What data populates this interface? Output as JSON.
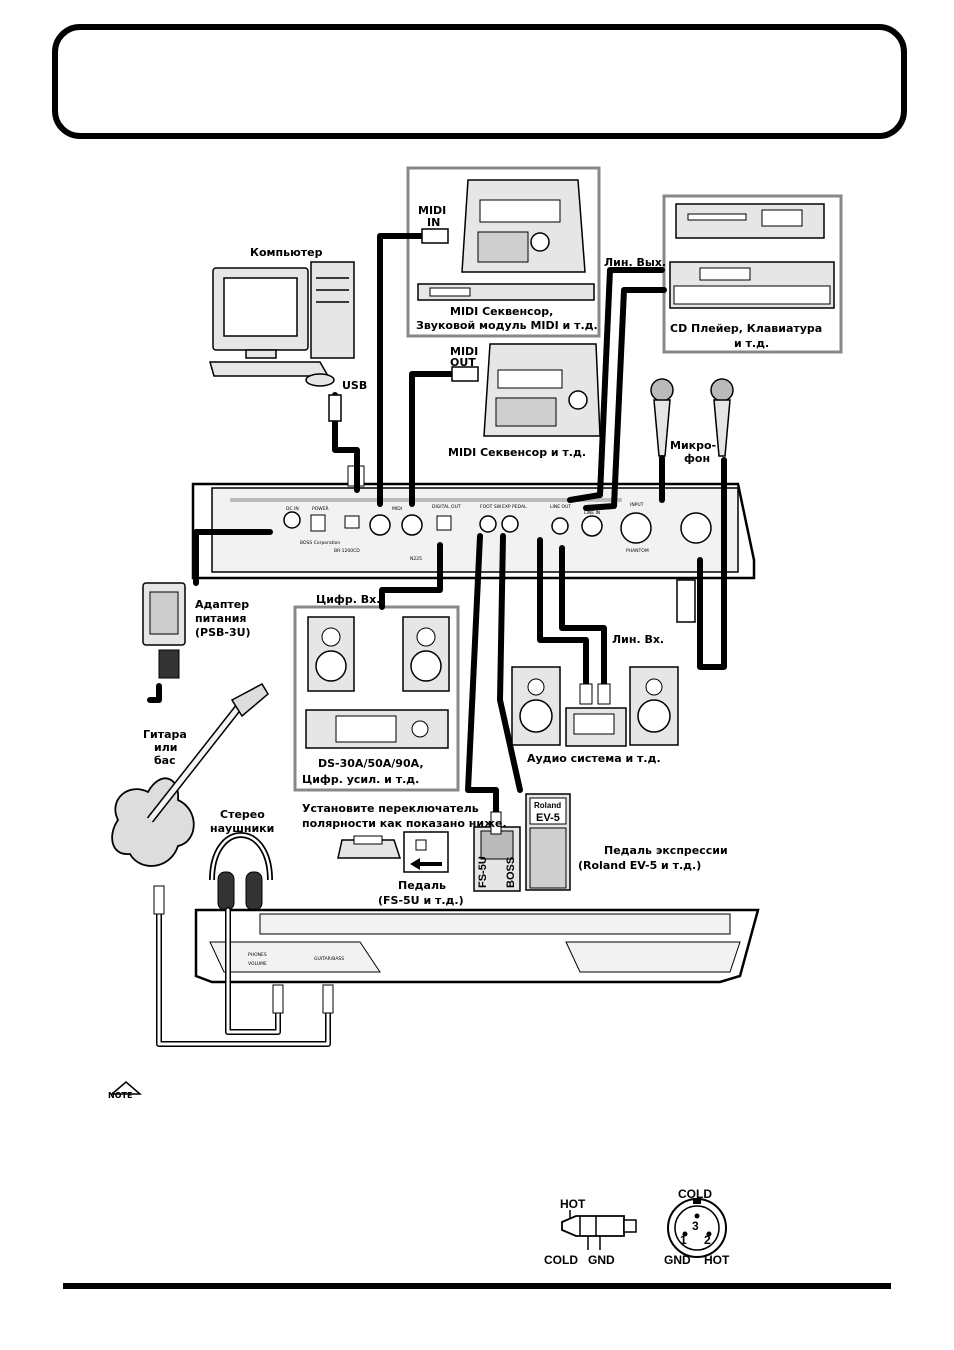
{
  "header": {
    "title": ""
  },
  "labels": {
    "computer": "Компьютер",
    "usb": "USB",
    "midi_in": [
      "MIDI",
      "IN"
    ],
    "midi_out": [
      "MIDI",
      "OUT"
    ],
    "midi_seq_top": [
      "MIDI Секвенсор,",
      "Звуковой модуль MIDI и т.д."
    ],
    "midi_seq_bottom": "MIDI Секвенсор и т.д.",
    "line_out_top": "Лин. Вых.",
    "cd_keyboard": [
      "CD Плейер, Клавиатура",
      "и т.д."
    ],
    "mic": [
      "Микро-",
      "фон"
    ],
    "adapter": [
      "Адаптер",
      "питания",
      "(PSB-3U)"
    ],
    "digital_in": "Цифр. Вх.",
    "monitors": [
      "DS-30A/50A/90A,",
      "Цифр. усил. и т.д."
    ],
    "line_in": "Лин. Вх.",
    "audio_system": "Аудио система и т.д.",
    "guitar": [
      "Гитара",
      "или",
      "бас"
    ],
    "headphones": [
      "Стерео",
      "наушники"
    ],
    "polarity": [
      "Установите переключатель",
      "полярности как показано ниже."
    ],
    "pedal_fs": [
      "Педаль",
      "(FS-5U и т.д.)"
    ],
    "pedal_exp": [
      "Педаль экспрессии",
      "(Roland EV-5 и т.д.)"
    ],
    "fs5u": "FS-5U",
    "boss": "BOSS",
    "roland": "Roland",
    "ev5": "EV-5",
    "note": "NOTE"
  },
  "rear_panel": {
    "dc_in": "DC IN",
    "power": "POWER",
    "midi": "MIDI",
    "digital_out": "DIGITAL OUT",
    "foot_sw": "FOOT SW",
    "exp_pedal": "EXP PEDAL",
    "line_out": "LINE OUT",
    "input": "INPUT",
    "line_in": "LINE IN",
    "phantom": "PHANTOM",
    "boss_corp": "BOSS Corporation",
    "model": "BR-1200CD",
    "n225": "N225"
  },
  "front_panel": {
    "phones": "PHONES",
    "volume": "VOLUME",
    "guitar_bass": "GUITAR/BASS"
  },
  "pinout": {
    "jack": {
      "hot": "HOT",
      "cold": "COLD",
      "gnd": "GND"
    },
    "xlr": {
      "cold": "COLD",
      "gnd": "GND",
      "hot": "HOT",
      "pin1": "1",
      "pin2": "2",
      "pin3": "3"
    }
  }
}
